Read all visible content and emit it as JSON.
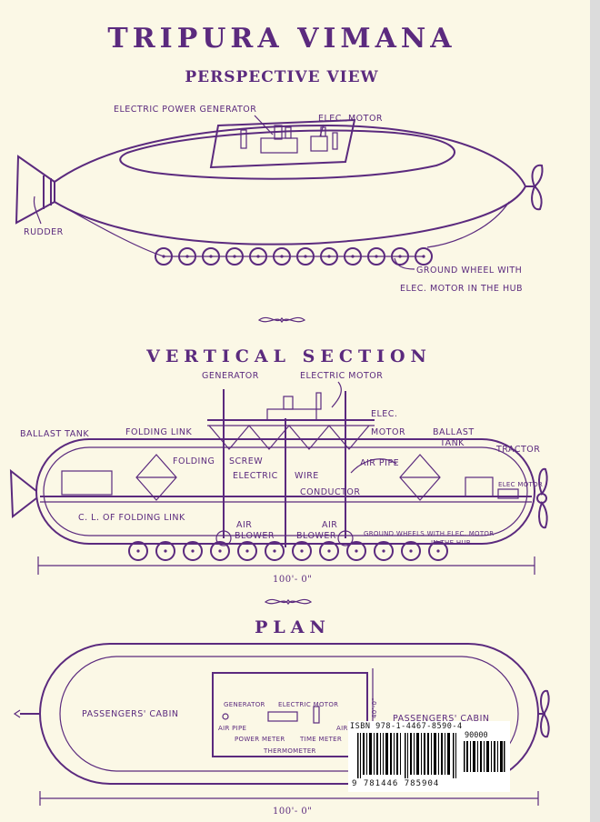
{
  "title": "TRIPURA VIMANA",
  "perspective": {
    "heading": "PERSPECTIVE VIEW",
    "labels": {
      "generator": "ELECTRIC POWER GENERATOR",
      "motor": "ELEC. MOTOR",
      "rudder": "RUDDER",
      "wheel_line1": "GROUND WHEEL WITH",
      "wheel_line2": "ELEC. MOTOR IN THE HUB"
    }
  },
  "vertical": {
    "heading": "VERTICAL SECTION",
    "labels": {
      "generator": "GENERATOR",
      "electric_motor": "ELECTRIC MOTOR",
      "elec": "ELEC.",
      "motor": "MOTOR",
      "ballast_left": "BALLAST TANK",
      "folding_link_top": "FOLDING LINK",
      "ballast_right_1": "BALLAST",
      "ballast_right_2": "TANK",
      "tractor": "TRACTOR",
      "folding": "FOLDING",
      "screw": "SCREW",
      "electric": "ELECTRIC",
      "wire": "WIRE",
      "conductor": "CONDUCTOR",
      "air_pipe": "AIR PIPE",
      "elec_motor_small": "ELEC MOTOR",
      "cl_folding_link": "C. L. OF FOLDING LINK",
      "air_1": "AIR",
      "blower_1": "BLOWER",
      "air_2": "AIR",
      "blower_2": "BLOWER",
      "ground_wheels_1": "GROUND WHEELS WITH ELEC. MOTOR",
      "ground_wheels_2": "IN THE HUB",
      "dimension": "100'- 0\""
    }
  },
  "plan": {
    "heading": "PLAN",
    "labels": {
      "cabin_left": "PASSENGERS' CABIN",
      "cabin_right": "PASSENGERS' CABIN",
      "generator": "GENERATOR",
      "electric_motor": "ELECTRIC MOTOR",
      "air_pipe_left": "AIR PIPE",
      "power_meter": "POWER METER",
      "time_meter": "TIME METER",
      "air_right": "AIR",
      "thermometer": "THERMOMETER",
      "width": "40'-0\"",
      "dimension": "100'- 0\""
    }
  },
  "barcode": {
    "isbn_text": "ISBN 978-1-4467-8590-4",
    "price_code": "90000",
    "digits": "9 781446 785904"
  }
}
